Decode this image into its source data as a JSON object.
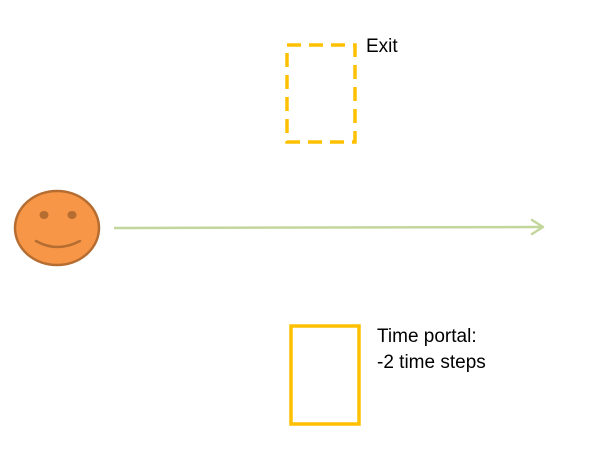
{
  "labels": {
    "exit": "Exit",
    "portal_line1": "Time portal:",
    "portal_line2": "-2 time steps"
  },
  "colors": {
    "face_fill": "#f79646",
    "face_outline": "#b66d31",
    "face_features": "#b66d31",
    "arrow": "#c3d69b",
    "exit_box": "#ffc000",
    "portal_box": "#ffc000"
  },
  "icons": {
    "agent": "smiley-face-icon"
  }
}
